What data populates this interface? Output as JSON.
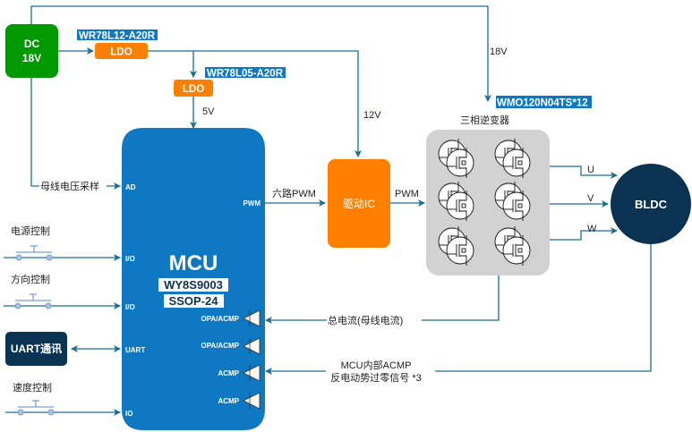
{
  "colors": {
    "wire": "#1a6e93",
    "mcu": "#0f78c3",
    "orange": "#ff8000",
    "green": "#009a00",
    "navy": "#0a3352",
    "inverter_bg": "#d2d2d2",
    "label_hl": "#0f78c3",
    "switch": "#7b9fd0",
    "opamp": "#fbf7ec"
  },
  "power": {
    "dc_line1": "DC",
    "dc_line2": "18V",
    "ldo1_part": "WR78L12-A20R",
    "ldo1_label": "LDO",
    "ldo2_part": "WR78L05-A20R",
    "ldo2_label": "LDO",
    "v5": "5V",
    "v12": "12V",
    "v18": "18V"
  },
  "mcu": {
    "title": "MCU",
    "part": "WY8S9003",
    "package": "SSOP-24",
    "pins": {
      "ad": "AD",
      "io1": "I/O",
      "io2": "I/O",
      "uart": "UART",
      "io3": "IO",
      "pwm": "PWM",
      "opa1": "OPA/ACMP",
      "opa2": "OPA/ACMP",
      "acmp1": "ACMP",
      "acmp2": "ACMP"
    }
  },
  "inputs": {
    "bus_voltage": "母线电压采样",
    "power_ctrl": "电源控制",
    "dir_ctrl": "方向控制",
    "uart_comm": "UART通讯",
    "speed_ctrl": "速度控制"
  },
  "driver": {
    "label": "驱动IC",
    "in_signal": "六路PWM",
    "out_signal": "PWM"
  },
  "inverter": {
    "part": "WMO120N04TS*12",
    "title": "三相逆变器"
  },
  "motor": {
    "label": "BLDC",
    "phases": [
      "U",
      "V",
      "W"
    ]
  },
  "feedback": {
    "bus_current": "总电流(母线电流)",
    "bemf_line1": "MCU内部ACMP",
    "bemf_line2": "反电动势过零信号 *3"
  }
}
